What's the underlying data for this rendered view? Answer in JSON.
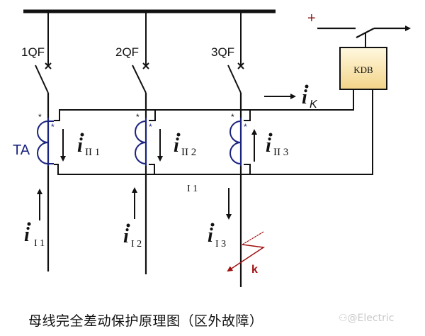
{
  "title": "母线完全差动保护原理图（区外故障）",
  "watermark": "⚇@Electric",
  "colors": {
    "line": "#111111",
    "ct_coil": "#1a237e",
    "fault": "#a01010",
    "plus": "#8b1a1a",
    "kdb_fill_top": "#fff6d6",
    "kdb_fill_bottom": "#f5d889"
  },
  "breakers": [
    {
      "label": "1QF"
    },
    {
      "label": "2QF"
    },
    {
      "label": "3QF"
    }
  ],
  "ct_label": "TA",
  "relay": {
    "label": "KDB"
  },
  "supply": {
    "plus": "+"
  },
  "currents": {
    "ik": {
      "symbol": "i",
      "sub": "K"
    },
    "secondary": [
      {
        "symbol": "i",
        "sub": "II 1",
        "direction": "down"
      },
      {
        "symbol": "i",
        "sub": "II 2",
        "direction": "down"
      },
      {
        "symbol": "i",
        "sub": "II 3",
        "direction": "up"
      }
    ],
    "primary": [
      {
        "symbol": "i",
        "sub": "I 1",
        "direction": "up"
      },
      {
        "symbol": "i",
        "sub": "I 2",
        "direction": "up"
      },
      {
        "symbol": "i",
        "sub": "I 3",
        "direction": "down"
      }
    ],
    "mid_label": "I 1"
  },
  "fault": {
    "label": "k"
  },
  "polarity_mark": "*"
}
